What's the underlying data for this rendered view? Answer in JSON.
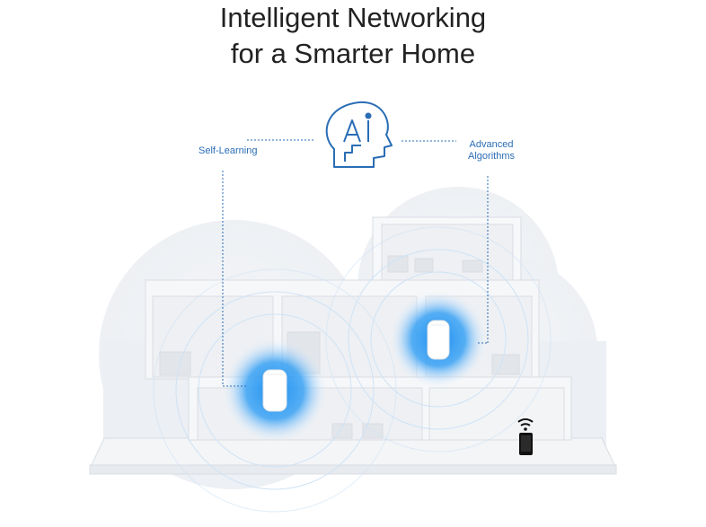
{
  "headline": {
    "line1": "Intelligent Networking",
    "line2": "for a Smarter Home"
  },
  "features": {
    "left_label": "Self-Learning",
    "right_label_line1": "Advanced",
    "right_label_line2": "Algorithms"
  },
  "colors": {
    "accent": "#2a6db5",
    "glow": "#1e8ff0",
    "headline": "#222222"
  },
  "icons": {
    "center": "ai-brain-icon",
    "device": "smartphone-wifi-icon"
  }
}
